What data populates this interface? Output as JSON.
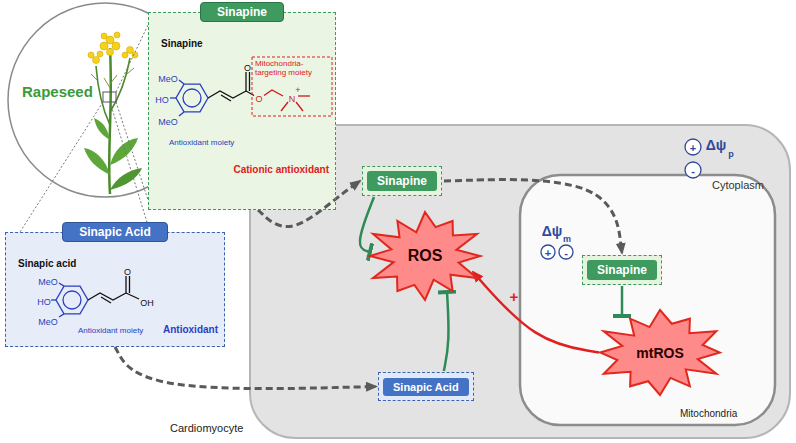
{
  "diagram": {
    "nodes": [
      {
        "text": [
          "Rapeseed"
        ]
      },
      {
        "text": [
          "Sinapine",
          "Mitochondria-targeting moiety",
          "Antioxidant moiety",
          "Cationic antioxidant"
        ]
      },
      {
        "text": [
          "Sinapine"
        ],
        "in": 1
      },
      {
        "text": [
          "Sinapic acid",
          "Antioxidant moiety",
          "Antioxidant"
        ]
      },
      {
        "text": [
          "Sinapic Acid"
        ],
        "in": 3
      },
      {
        "text": [
          "Cytoplasm",
          "Cardiomyocyte"
        ]
      },
      {
        "text": [
          "Sinapine"
        ],
        "in": 5
      },
      {
        "text": [
          "ROS"
        ],
        "in": 5
      },
      {
        "text": [
          "Sinapic Acid"
        ],
        "in": 5
      },
      {
        "text": [
          "Mitochondria"
        ],
        "in": 5
      },
      {
        "text": [
          "Sinapine"
        ],
        "in": 9
      },
      {
        "text": [
          "mtROS"
        ],
        "in": 9
      }
    ],
    "edges": [
      {
        "from": 1,
        "to": 6,
        "arrow": "to"
      },
      {
        "from": 3,
        "to": 8,
        "arrow": "to"
      },
      {
        "from": 6,
        "to": 10,
        "arrow": "to"
      },
      {
        "from": 6,
        "to": 7,
        "arrow": "to"
      },
      {
        "from": 8,
        "to": 7,
        "arrow": "to"
      },
      {
        "from": 10,
        "to": 11,
        "arrow": "to"
      },
      {
        "from": 11,
        "to": 7,
        "label": "+",
        "arrow": "to"
      }
    ],
    "labels": [
      "MeO",
      "HO",
      "MeO",
      "O",
      "O",
      "N",
      "+",
      "MeO",
      "HO",
      "MeO",
      "O",
      "OH",
      "Δψ",
      "p",
      "+",
      "-",
      "Δψ",
      "m",
      "+",
      "-"
    ]
  }
}
